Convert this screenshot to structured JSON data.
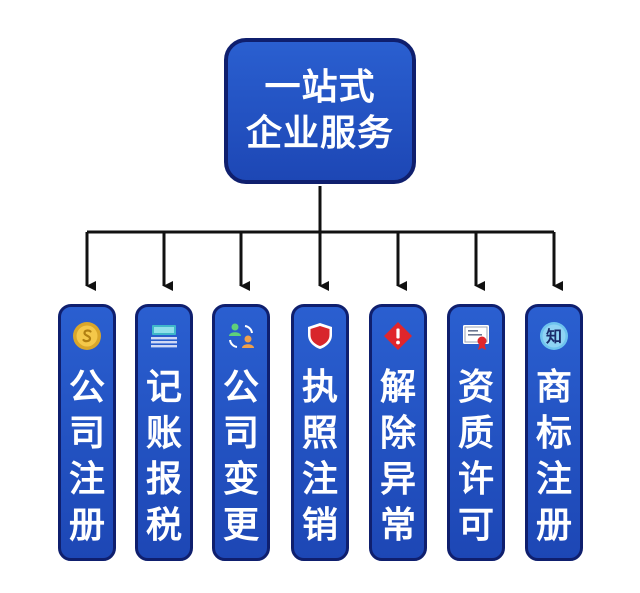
{
  "root": {
    "line1": "一站式",
    "line2": "企业服务"
  },
  "services": [
    {
      "label": "公\n司\n注\n册",
      "icon": "gold-coin-icon"
    },
    {
      "label": "记\n账\n报\n税",
      "icon": "ledger-stack-icon"
    },
    {
      "label": "公\n司\n变\n更",
      "icon": "change-users-icon"
    },
    {
      "label": "执\n照\n注\n销",
      "icon": "red-shield-icon"
    },
    {
      "label": "解\n除\n异\n常",
      "icon": "warning-diamond-icon"
    },
    {
      "label": "资\n质\n许\n可",
      "icon": "certificate-icon"
    },
    {
      "label": "商\n标\n注\n册",
      "icon": "zhi-badge-icon"
    }
  ],
  "colors": {
    "card_fill": "#1d47b5",
    "card_border": "#0f1f6e",
    "line": "#111111"
  }
}
